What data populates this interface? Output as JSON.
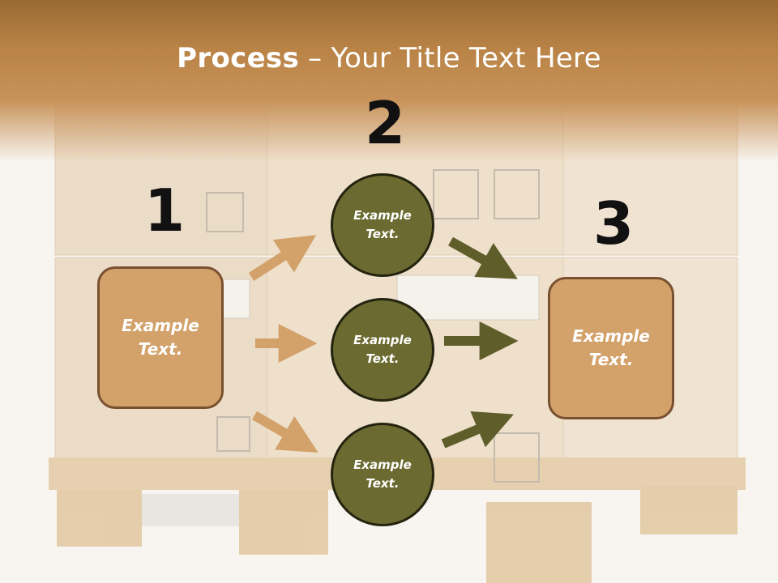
{
  "title": {
    "bold": "Process",
    "rest": " – Your Title Text Here"
  },
  "steps": [
    {
      "number": "1",
      "text": "Example\nText."
    },
    {
      "number": "2",
      "text": "Example\nText."
    },
    {
      "number": "3",
      "text": "Example\nText."
    }
  ],
  "circles": [
    {
      "text": "Example\nText."
    },
    {
      "text": "Example\nText."
    },
    {
      "text": "Example\nText."
    }
  ],
  "colors": {
    "box_fill": "#d3a16a",
    "box_border": "#7a5130",
    "circle_fill": "#6b6a30",
    "arrow_light": "#d3a16a",
    "arrow_dark": "#5f5e2a"
  },
  "background": "cardboard-boxes-on-wooden-pallet"
}
